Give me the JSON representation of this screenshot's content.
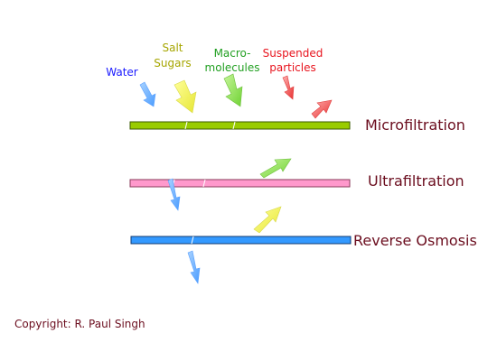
{
  "legend": {
    "water": "Water",
    "salt": "Salt",
    "sugars": "Sugars",
    "macro_line1": "Macro-",
    "macro_line2": "molecules",
    "suspended_line1": "Suspended",
    "suspended_line2": "particles"
  },
  "membranes": {
    "micro": "Microfiltration",
    "ultra": "Ultrafiltration",
    "reverse": "Reverse Osmosis"
  },
  "colors": {
    "water": "#3366ff",
    "salt_sugars": "#a6a600",
    "macromolecules": "#22a022",
    "suspended": "#e8141e",
    "micro_membrane": "#99cc00",
    "ultra_membrane": "#ff99cc",
    "reverse_membrane": "#3399ff",
    "label_text": "#6b0d1e"
  },
  "copyright": "Copyright: R. Paul Singh"
}
